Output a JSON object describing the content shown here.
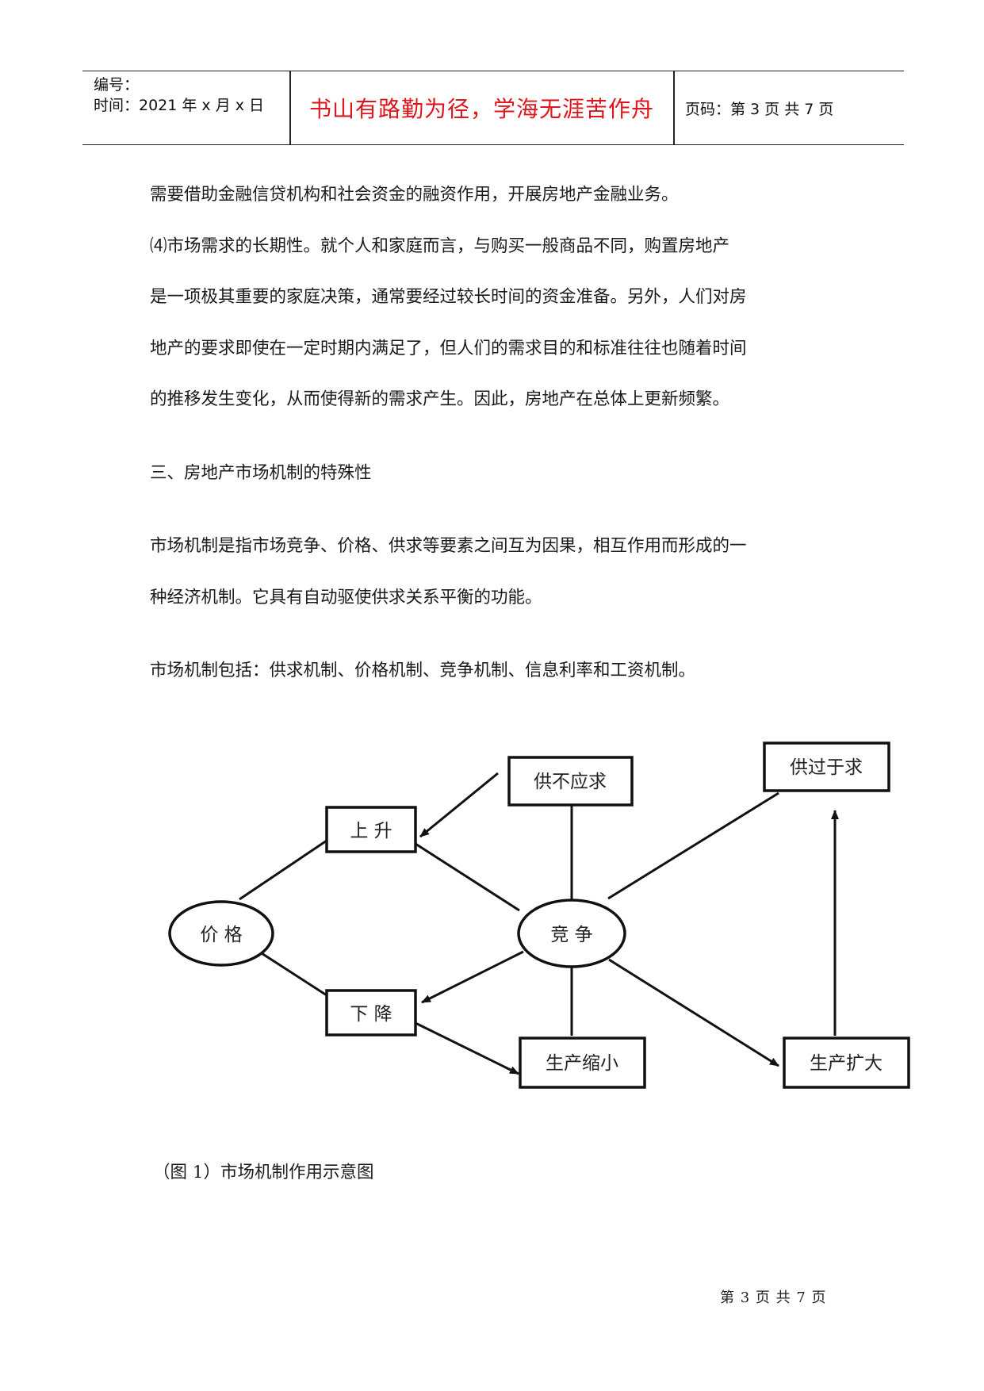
{
  "header": {
    "number_label": "编号：",
    "time_label": "时间：2021 年 x 月 x 日",
    "motto": "书山有路勤为径，学海无涯苦作舟",
    "page_label": "页码：第 3 页  共 7 页"
  },
  "paragraphs": [
    "需要借助金融信贷机构和社会资金的融资作用，开展房地产金融业务。",
    "⑷市场需求的长期性。就个人和家庭而言，与购买一般商品不同，购置房地产",
    "是一项极其重要的家庭决策，通常要经过较长时间的资金准备。另外，人们对房",
    "地产的要求即使在一定时期内满足了，但人们的需求目的和标准往往也随着时间",
    "的推移发生变化，从而使得新的需求产生。因此，房地产在总体上更新频繁。",
    "三、房地产市场机制的特殊性",
    "市场机制是指市场竞争、价格、供求等要素之间互为因果，相互作用而形成的一",
    "种经济机制。它具有自动驱使供求关系平衡的功能。",
    "市场机制包括：供求机制、价格机制、竞争机制、信息利率和工资机制。"
  ],
  "diagram": {
    "nodes": {
      "price": "价 格",
      "rise": "上 升",
      "fall": "下 降",
      "competition": "竞 争",
      "undersupply": "供不应求",
      "oversupply": "供过于求",
      "shrink": "生产缩小",
      "expand": "生产扩大"
    }
  },
  "caption": "（图 1）市场机制作用示意图",
  "footer": "第 3 页 共 7 页"
}
